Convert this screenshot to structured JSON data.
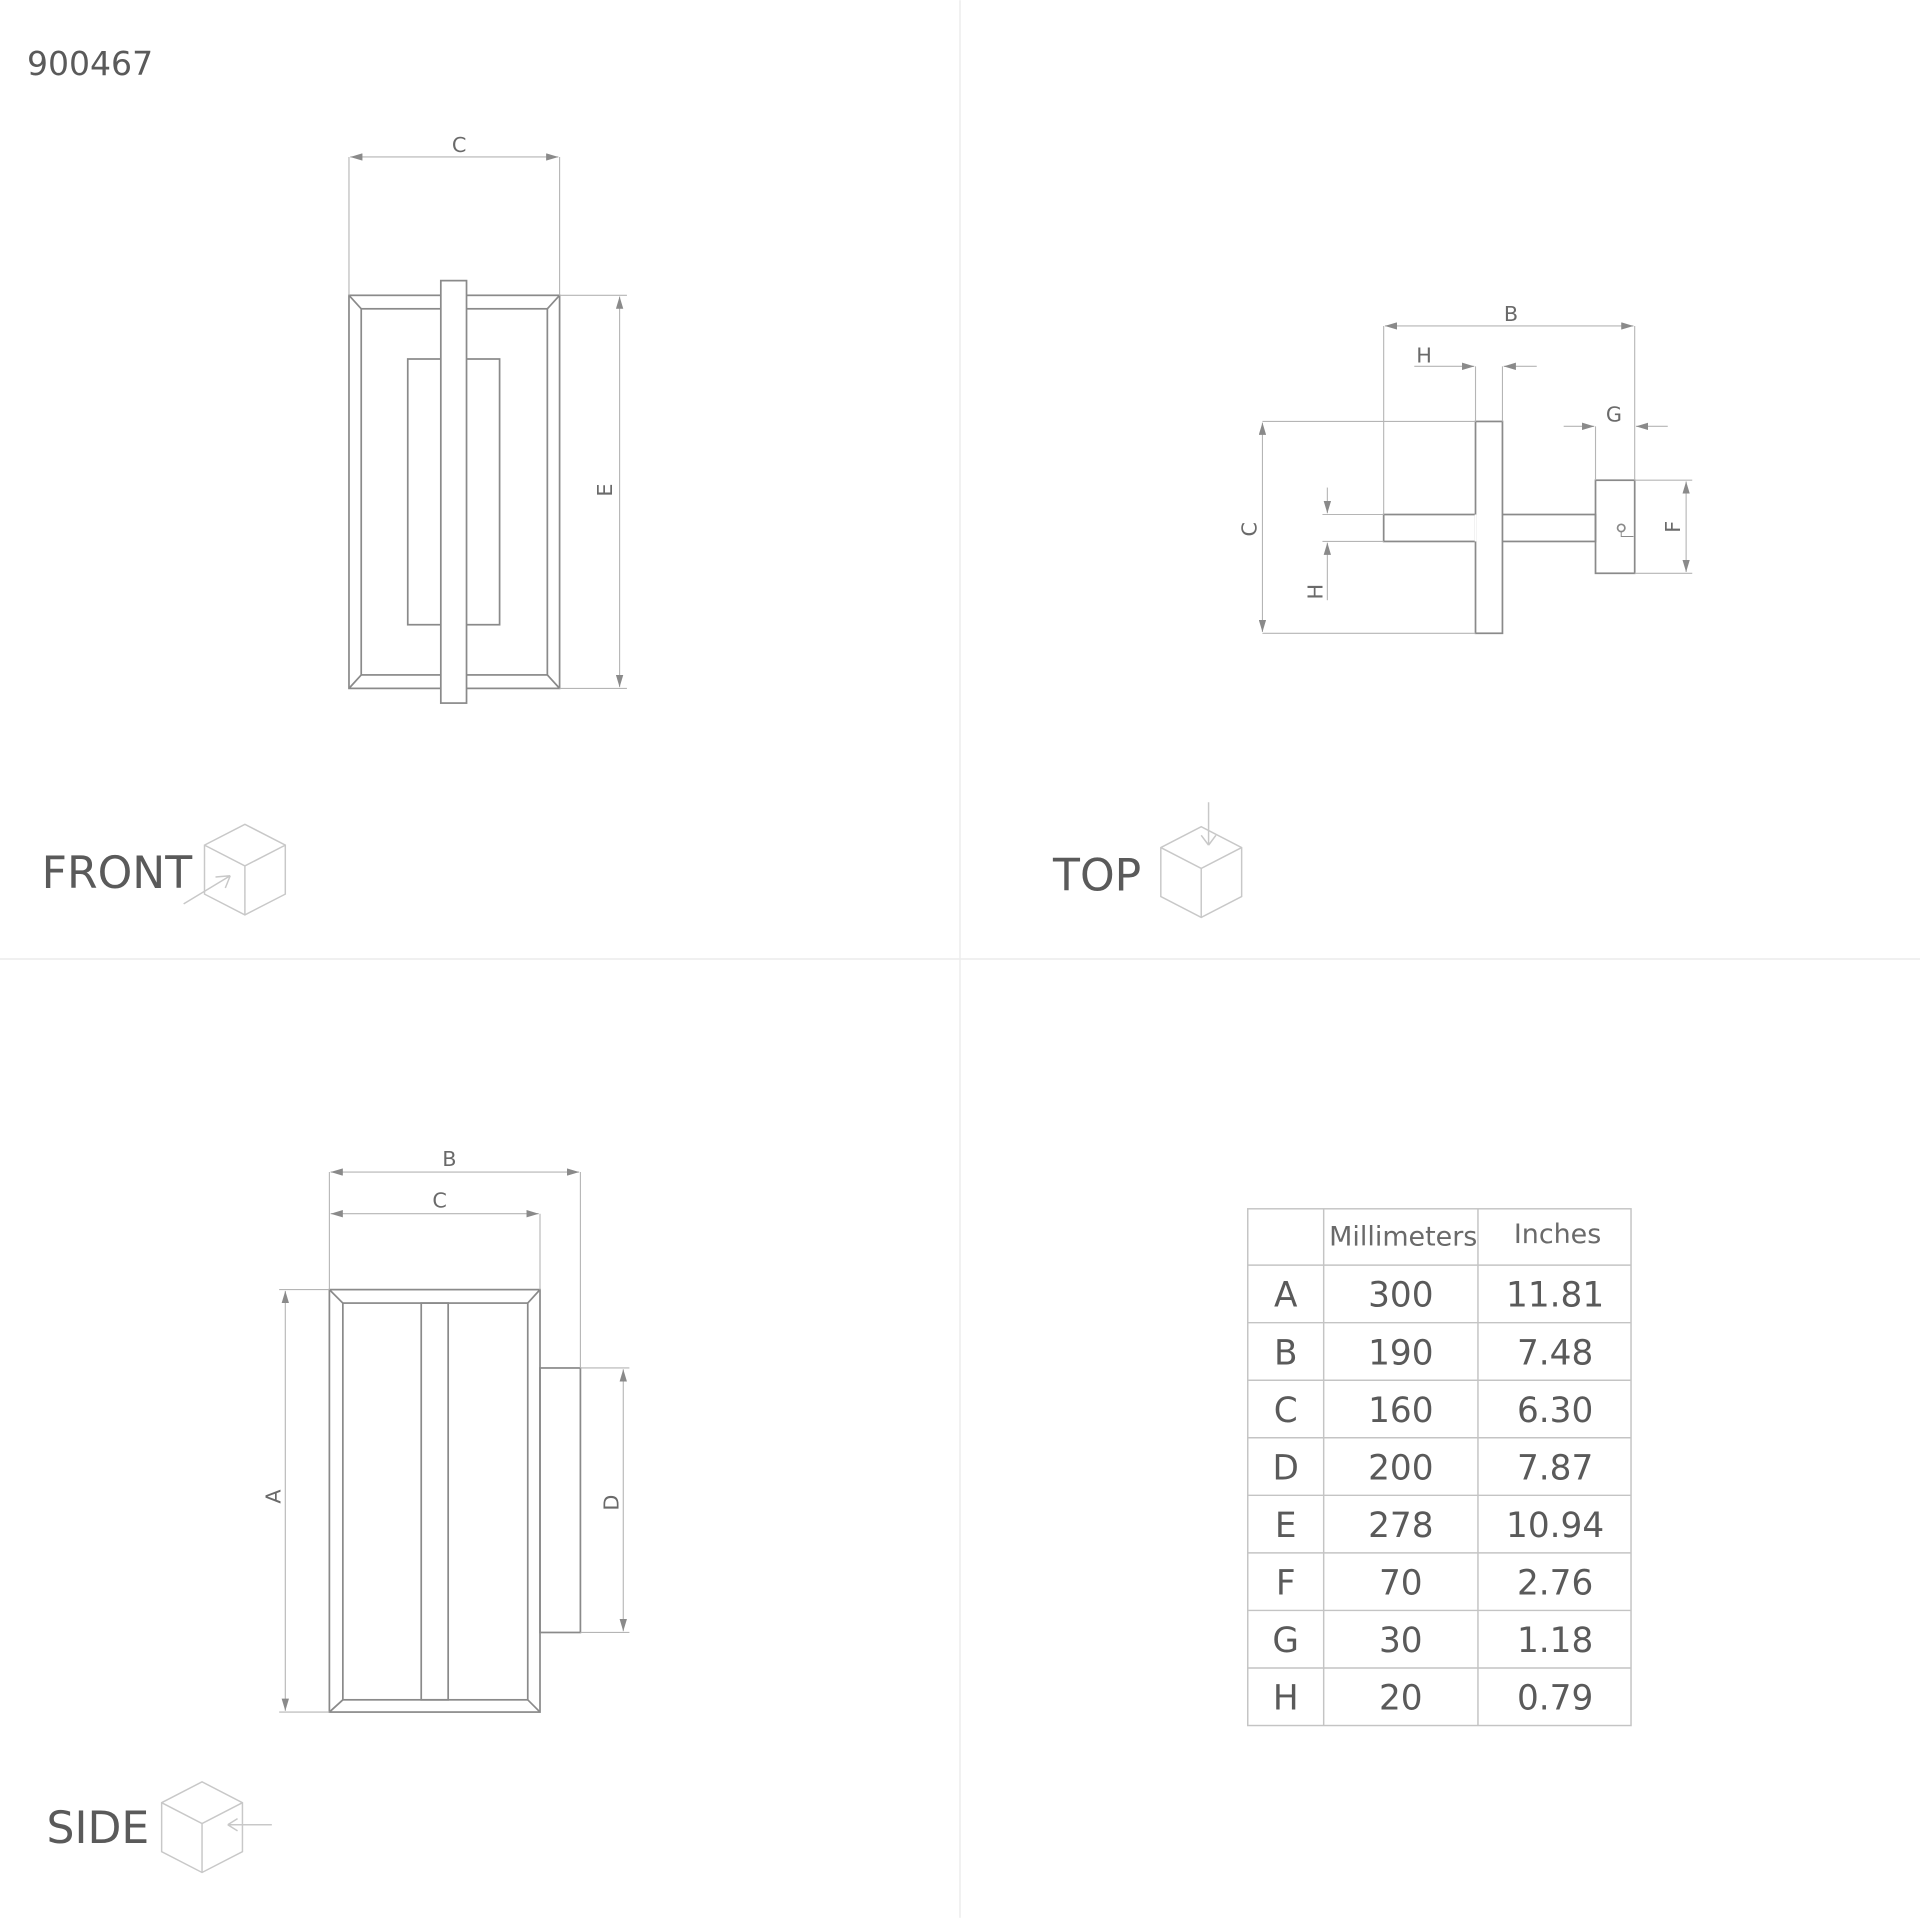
{
  "product_code": "900467",
  "views": {
    "front": "FRONT",
    "top": "TOP",
    "side": "SIDE"
  },
  "dimension_labels": {
    "A": "A",
    "B": "B",
    "C": "C",
    "D": "D",
    "E": "E",
    "F": "F",
    "G": "G",
    "H": "H"
  },
  "table": {
    "headers": [
      "",
      "Millimeters",
      "Inches"
    ],
    "rows": [
      {
        "key": "A",
        "mm": "300",
        "in": "11.81"
      },
      {
        "key": "B",
        "mm": "190",
        "in": "7.48"
      },
      {
        "key": "C",
        "mm": "160",
        "in": "6.30"
      },
      {
        "key": "D",
        "mm": "200",
        "in": "7.87"
      },
      {
        "key": "E",
        "mm": "278",
        "in": "10.94"
      },
      {
        "key": "F",
        "mm": "70",
        "in": "2.76"
      },
      {
        "key": "G",
        "mm": "30",
        "in": "1.18"
      },
      {
        "key": "H",
        "mm": "20",
        "in": "0.79"
      }
    ]
  }
}
